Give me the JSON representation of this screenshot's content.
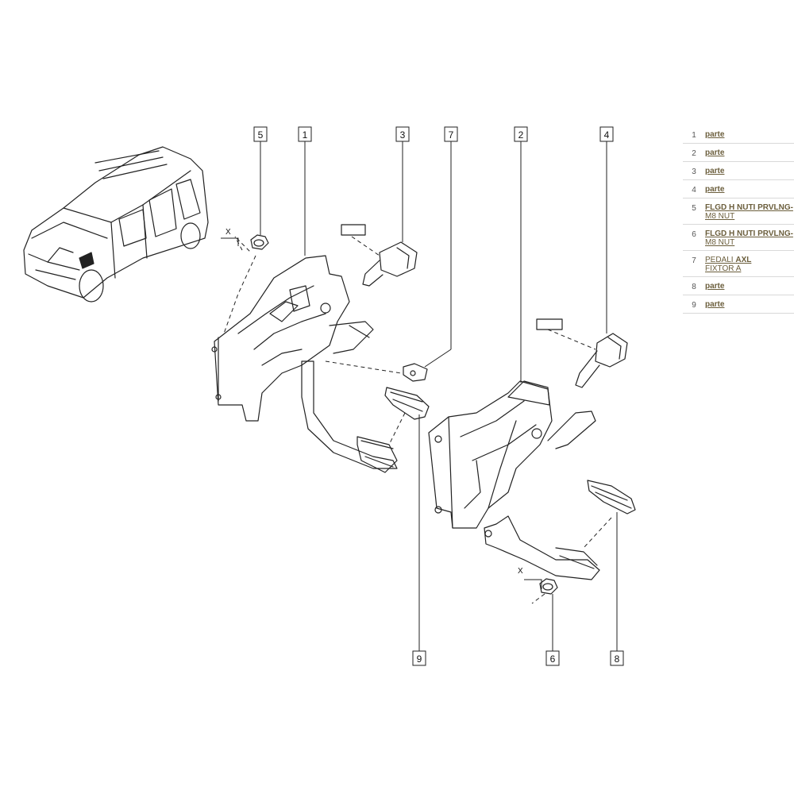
{
  "callouts": [
    {
      "id": "callout-1",
      "number": "1"
    },
    {
      "id": "callout-2",
      "number": "2"
    },
    {
      "id": "callout-3",
      "number": "3"
    },
    {
      "id": "callout-4",
      "number": "4"
    },
    {
      "id": "callout-5",
      "number": "5"
    },
    {
      "id": "callout-6",
      "number": "6"
    },
    {
      "id": "callout-7",
      "number": "7"
    },
    {
      "id": "callout-8",
      "number": "8"
    },
    {
      "id": "callout-9",
      "number": "9"
    }
  ],
  "axis_marks": {
    "x_mark_left": "X",
    "x_mark_right": "X"
  },
  "parts": [
    {
      "num": "1",
      "bold": "parte",
      "plain": ""
    },
    {
      "num": "2",
      "bold": "parte",
      "plain": ""
    },
    {
      "num": "3",
      "bold": "parte",
      "plain": ""
    },
    {
      "num": "4",
      "bold": "parte",
      "plain": ""
    },
    {
      "num": "5",
      "bold": "FLGD H NUTI PRVLNG-",
      "plain": "M8 NUT"
    },
    {
      "num": "6",
      "bold": "FLGD H NUTI PRVLNG-",
      "plain": "M8 NUT"
    },
    {
      "num": "7",
      "plain_prefix": "PEDALI ",
      "bold": "AXL",
      "plain": "FIXTOR A"
    },
    {
      "num": "8",
      "bold": "parte",
      "plain": ""
    },
    {
      "num": "9",
      "bold": "parte",
      "plain": ""
    }
  ],
  "colors": {
    "line": "#222222",
    "link": "#6b5e3c",
    "divider": "#d9d9d9"
  }
}
